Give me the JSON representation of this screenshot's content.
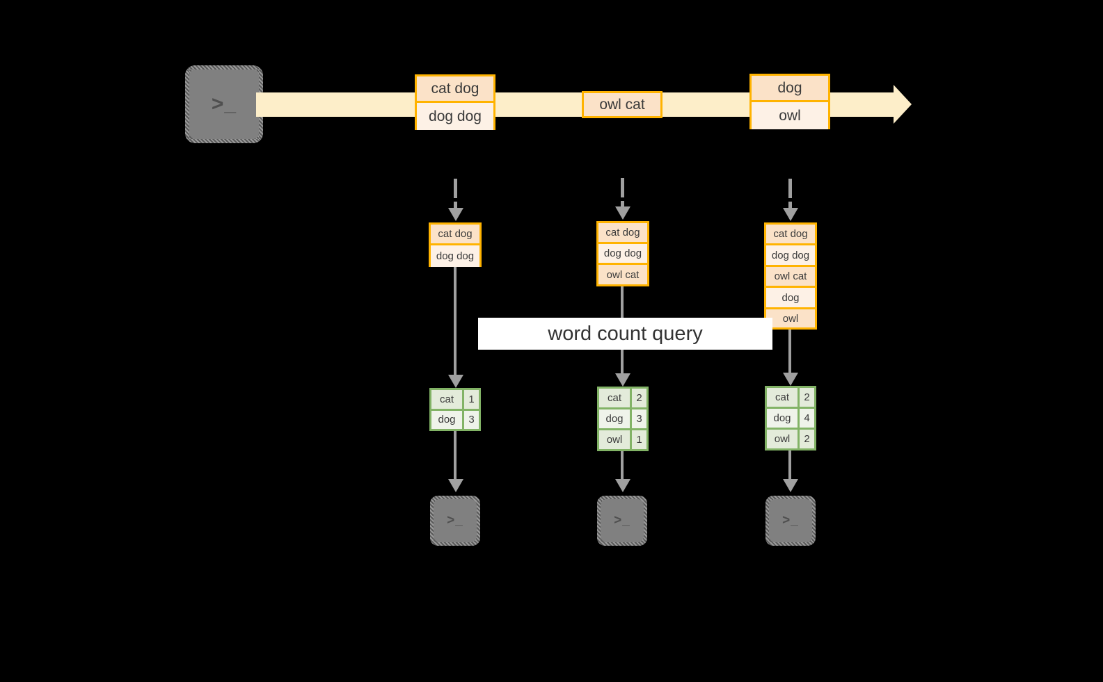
{
  "diagram": {
    "title_label": "word count query",
    "colors": {
      "background": "#000000",
      "stream_fill": "#fdeec9",
      "tuple_border": "#ffb300",
      "tuple_fill_dark": "#fbe2c8",
      "tuple_fill_light": "#fdf1e6",
      "result_border": "#82b366",
      "result_fill": "#e3ebda",
      "result_fill_alt": "#eff3ea",
      "connector": "#a0a0a0",
      "terminal_fill": "#808080",
      "label_bg": "#ffffff"
    },
    "source_terminal": {
      "icon": "terminal-prompt-icon",
      "glyph": ">_"
    },
    "stream": {
      "icon": "right-arrow-icon",
      "batches": [
        {
          "name": "batch-1",
          "lines": [
            "cat dog",
            "dog dog"
          ]
        },
        {
          "name": "batch-2",
          "lines": [
            "owl cat"
          ]
        },
        {
          "name": "batch-3",
          "lines": [
            "dog",
            "owl"
          ]
        }
      ]
    },
    "columns": [
      {
        "name": "column-1",
        "input_icon": "dashed-down-arrow-icon",
        "accumulated": [
          "cat dog",
          "dog dog"
        ],
        "results": [
          {
            "word": "cat",
            "count": "1"
          },
          {
            "word": "dog",
            "count": "3"
          }
        ],
        "sink_glyph": ">_"
      },
      {
        "name": "column-2",
        "input_icon": "dashed-down-arrow-icon",
        "accumulated": [
          "cat dog",
          "dog dog",
          "owl cat"
        ],
        "results": [
          {
            "word": "cat",
            "count": "2"
          },
          {
            "word": "dog",
            "count": "3"
          },
          {
            "word": "owl",
            "count": "1"
          }
        ],
        "sink_glyph": ">_"
      },
      {
        "name": "column-3",
        "input_icon": "dashed-down-arrow-icon",
        "accumulated": [
          "cat dog",
          "dog dog",
          "owl cat",
          "dog",
          "owl"
        ],
        "results": [
          {
            "word": "cat",
            "count": "2"
          },
          {
            "word": "dog",
            "count": "4"
          },
          {
            "word": "owl",
            "count": "2"
          }
        ],
        "sink_glyph": ">_"
      }
    ]
  }
}
